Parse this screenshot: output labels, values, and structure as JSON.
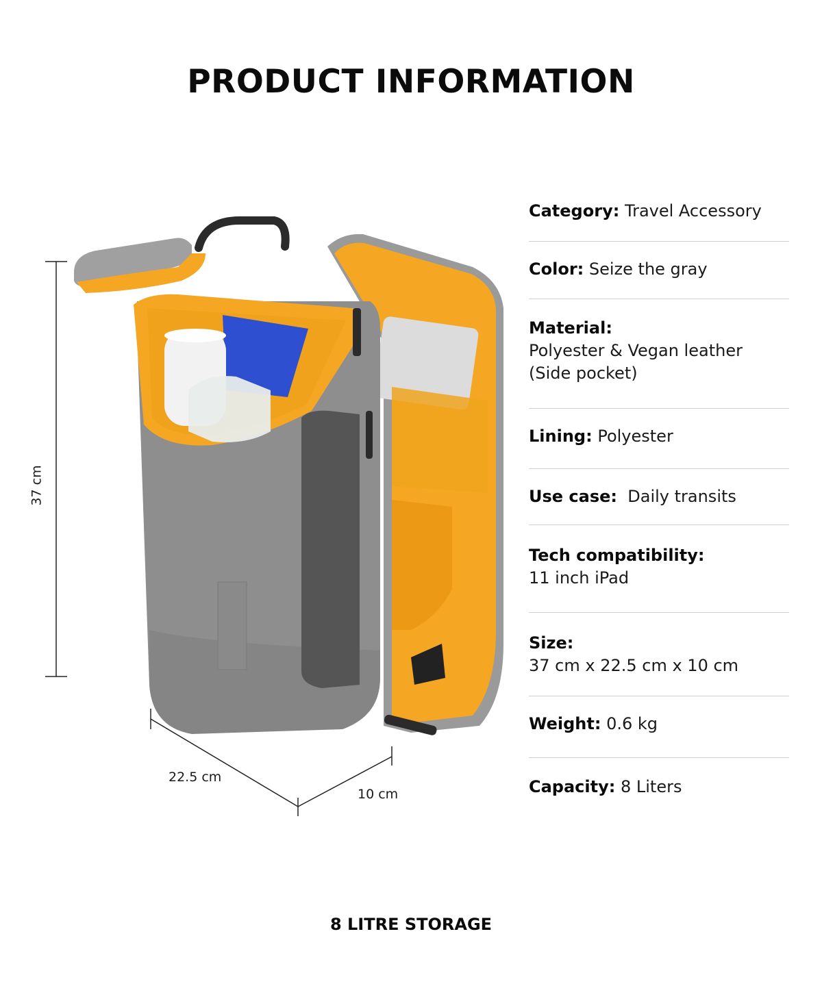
{
  "page": {
    "title": "PRODUCT INFORMATION",
    "footer": "8 LITRE STORAGE"
  },
  "dimensions": {
    "height": "37 cm",
    "width": "22.5 cm",
    "depth": "10 cm"
  },
  "specs": [
    {
      "label": "Category:",
      "value": " Travel Accessory"
    },
    {
      "label": "Color:",
      "value": " Seize the gray"
    },
    {
      "label": "Material:",
      "value": "Polyester & Vegan leather (Side pocket)"
    },
    {
      "label": "Lining:",
      "value": " Polyester"
    },
    {
      "label": "Use case:",
      "value": "  Daily transits"
    },
    {
      "label": "Tech compatibility:",
      "value": "11 inch iPad"
    },
    {
      "label": "Size:",
      "value": "37 cm x 22.5 cm x 10 cm"
    },
    {
      "label": "Weight:",
      "value": " 0.6 kg"
    },
    {
      "label": "Capacity:",
      "value": " 8 Liters"
    }
  ],
  "colors": {
    "bag_gray": "#8e8e8e",
    "lining_orange": "#f5a623",
    "panel_dark": "#555555",
    "text": "#0b0b0b",
    "divider": "#cfcfcf"
  }
}
